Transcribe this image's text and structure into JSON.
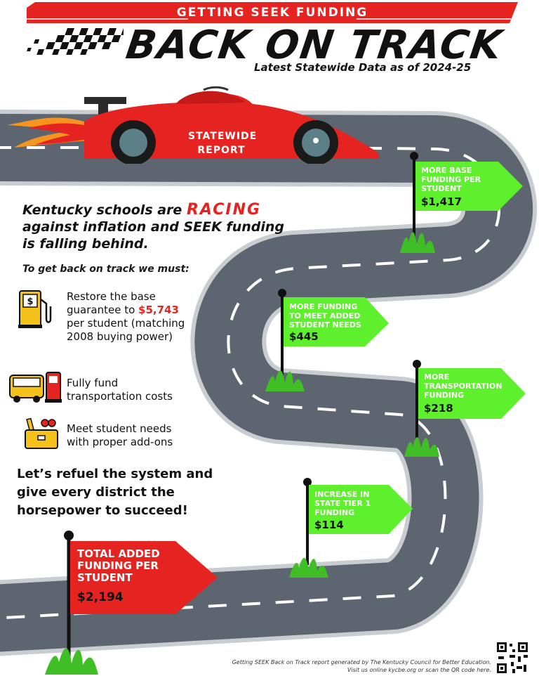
{
  "banner": "GETTING SEEK FUNDING",
  "title": "BACK ON TRACK",
  "subtitle": "Latest Statewide Data as of 2024-25",
  "car_label": [
    "STATEWIDE",
    "REPORT"
  ],
  "intro": {
    "line1_prefix": "Kentucky schools are",
    "racing_word": "RACING",
    "line2": "against inflation and SEEK funding",
    "line3": "is falling behind."
  },
  "must_heading": "To get back on track we must:",
  "actions": [
    {
      "icon": "fuel-pump-icon",
      "text_before": "Restore the base guarantee to",
      "amount": "$5,743",
      "text_after": "per student (matching 2008 buying power)"
    },
    {
      "icon": "school-bus-icon",
      "text": "Fully fund transportation costs"
    },
    {
      "icon": "toolbox-icon",
      "text": "Meet student needs with proper add-ons"
    }
  ],
  "closing": "Let’s refuel the system and give every district the horsepower to succeed!",
  "flags": [
    {
      "label": [
        "MORE BASE",
        "FUNDING PER",
        "STUDENT"
      ],
      "amount": "$1,417"
    },
    {
      "label": [
        "MORE FUNDING",
        "TO MEET ADDED",
        "STUDENT NEEDS"
      ],
      "amount": "$445"
    },
    {
      "label": [
        "MORE",
        "TRANSPORTATION",
        "FUNDING"
      ],
      "amount": "$218"
    },
    {
      "label": [
        "INCREASE IN",
        "STATE TIER 1",
        "FUNDING"
      ],
      "amount": "$114"
    }
  ],
  "total_flag": {
    "label": [
      "TOTAL ADDED",
      "FUNDING PER",
      "STUDENT"
    ],
    "amount": "$2,194"
  },
  "footer": [
    "Getting SEEK Back on Track report generated by The Kentucky Council for Better Education.",
    "Visit us online kycbe.org or scan the QR code here."
  ],
  "colors": {
    "red": "#e52421",
    "green": "#5ef02d",
    "road": "#5d6670",
    "road_edge": "#c9cdd1",
    "dark": "#111111"
  }
}
